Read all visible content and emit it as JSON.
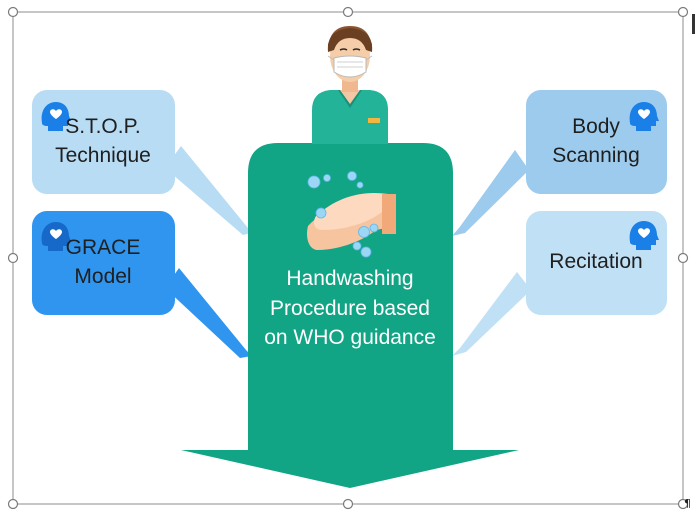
{
  "diagram": {
    "center_lines": [
      "Handwashing",
      "Procedure based",
      "on WHO guidance"
    ],
    "boxes": {
      "stop": {
        "lines": [
          "S.T.O.P.",
          "Technique"
        ],
        "color": "#b8dcf4"
      },
      "grace": {
        "lines": [
          "GRACE",
          "Model"
        ],
        "color": "#2f95ef"
      },
      "body_scanning": {
        "lines": [
          "Body",
          "Scanning"
        ],
        "color": "#9ccbee"
      },
      "recitation": {
        "lines": [
          "Recitation"
        ],
        "color": "#bfe0f5"
      }
    },
    "colors": {
      "center_arrow": "#12a585",
      "icon_blue": "#1a7fe6",
      "nurse_scrubs": "#23b399"
    },
    "icons": [
      "nurse-icon",
      "handwashing-icon",
      "mind-heart-icon"
    ]
  }
}
